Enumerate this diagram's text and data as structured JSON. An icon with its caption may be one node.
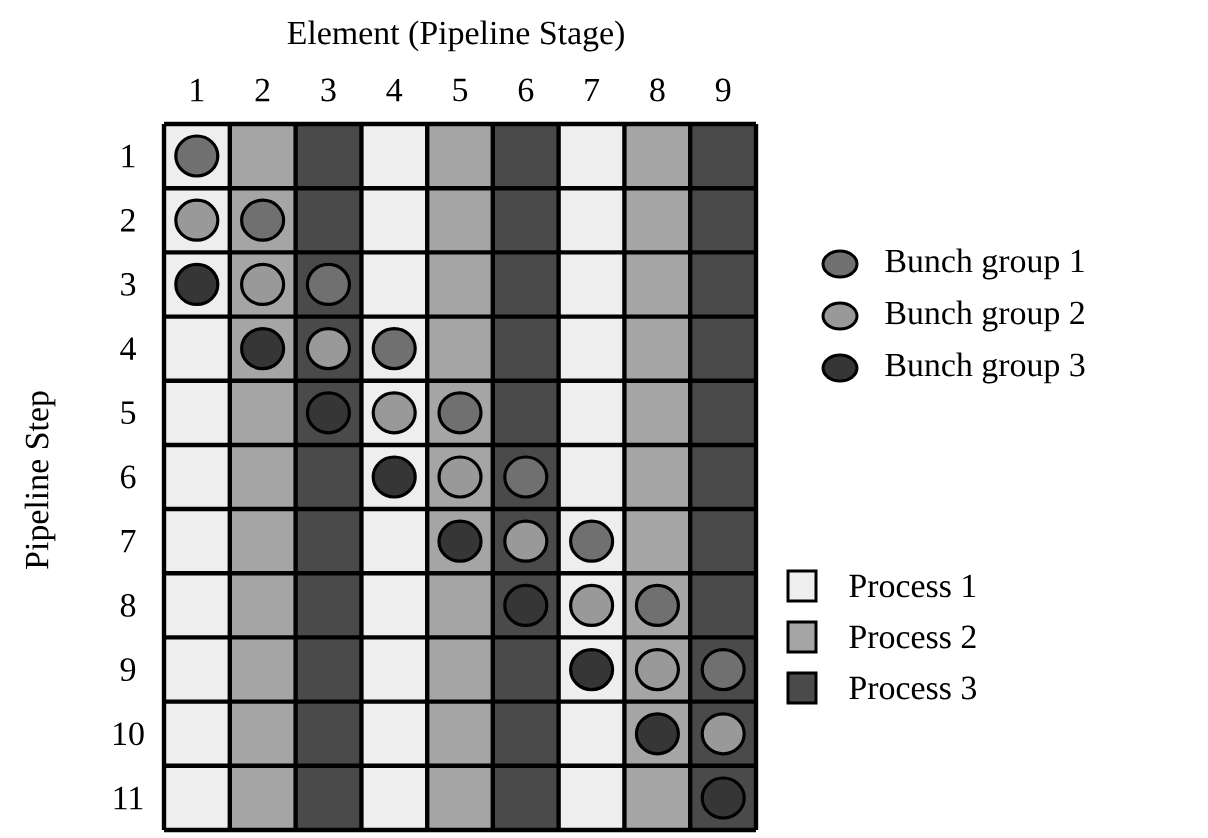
{
  "diagram": {
    "title": "Element (Pipeline Stage)",
    "labels": [
      "Pipeline Step",
      "1",
      "2",
      "3",
      "4",
      "5",
      "6",
      "7",
      "8",
      "9",
      "1",
      "2",
      "3",
      "4",
      "5",
      "6",
      "7",
      "8",
      "9",
      "10",
      "11"
    ],
    "legend": [
      {
        "text": "Bunch group 1",
        "color": "#707070"
      },
      {
        "text": "Bunch group 2",
        "color": "#999999"
      },
      {
        "text": "Bunch group 3",
        "color": "#363636"
      },
      {
        "text": "Process 1",
        "color": "#eeeeee"
      },
      {
        "text": "Process 2",
        "color": "#a5a5a5"
      },
      {
        "text": "Process 3",
        "color": "#4a4a4a"
      }
    ]
  }
}
